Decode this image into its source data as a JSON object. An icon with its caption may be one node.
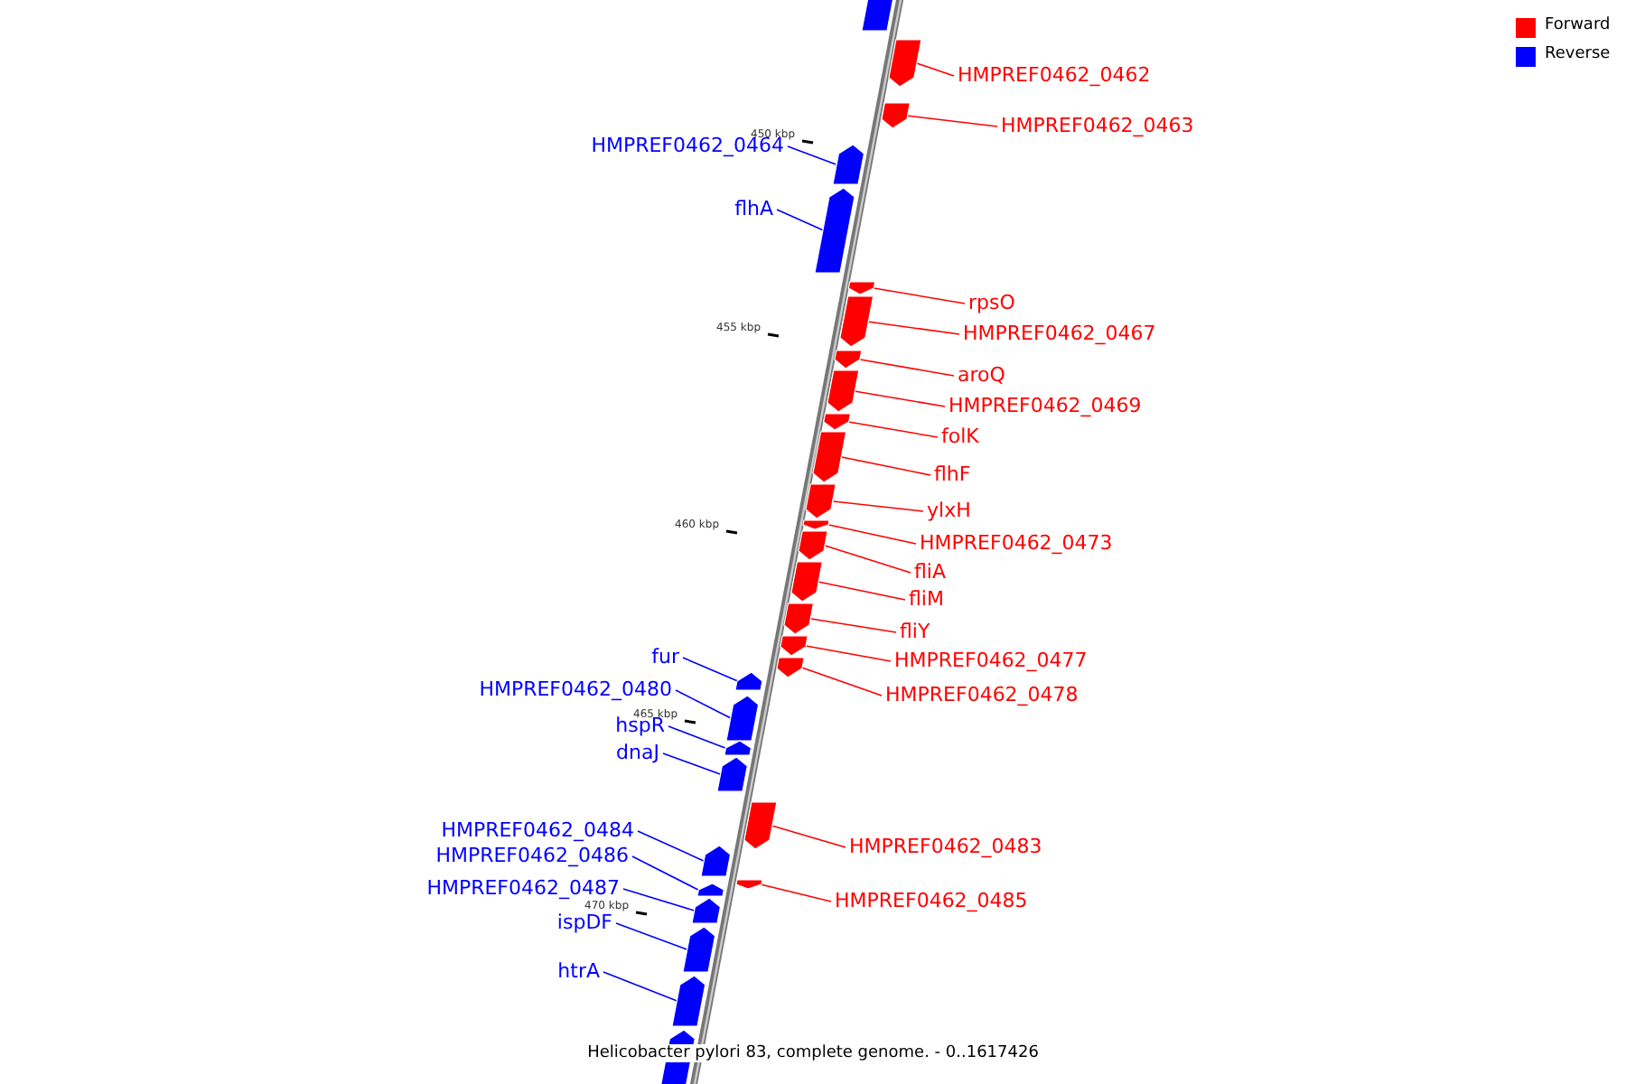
{
  "diagram": {
    "caption": "Helicobacter pylori 83, complete genome. - 0..1617426",
    "nodes": [
      {
        "text": [],
        "shape": "bar"
      },
      {
        "text": [
          "HMPREF0462_0462"
        ]
      },
      {
        "text": [],
        "shape": "bar"
      },
      {
        "text": [
          "HMPREF0462_0463"
        ]
      },
      {
        "text": [],
        "shape": "bar"
      },
      {
        "text": [
          "HMPREF0462_0464"
        ]
      },
      {
        "text": [],
        "shape": "bar"
      },
      {
        "text": [
          "flhA"
        ]
      },
      {
        "text": [],
        "shape": "bar"
      },
      {
        "text": [
          "rpsO"
        ]
      },
      {
        "text": [],
        "shape": "bar"
      },
      {
        "text": [
          "HMPREF0462_0467"
        ]
      },
      {
        "text": [],
        "shape": "bar"
      },
      {
        "text": [
          "aroQ"
        ]
      },
      {
        "text": [],
        "shape": "bar"
      },
      {
        "text": [
          "HMPREF0462_0469"
        ]
      },
      {
        "text": [],
        "shape": "bar"
      },
      {
        "text": [
          "folK"
        ]
      },
      {
        "text": [],
        "shape": "bar"
      },
      {
        "text": [
          "flhF"
        ]
      },
      {
        "text": [],
        "shape": "bar"
      },
      {
        "text": [
          "ylxH"
        ]
      },
      {
        "text": [],
        "shape": "bar"
      },
      {
        "text": [
          "HMPREF0462_0473"
        ]
      },
      {
        "text": [],
        "shape": "bar"
      },
      {
        "text": [
          "fliA"
        ]
      },
      {
        "text": [],
        "shape": "bar"
      },
      {
        "text": [
          "fliM"
        ]
      },
      {
        "text": [],
        "shape": "bar"
      },
      {
        "text": [
          "fliY"
        ]
      },
      {
        "text": [],
        "shape": "bar"
      },
      {
        "text": [
          "HMPREF0462_0477"
        ]
      },
      {
        "text": [],
        "shape": "bar"
      },
      {
        "text": [
          "HMPREF0462_0478"
        ]
      },
      {
        "text": [],
        "shape": "bar"
      },
      {
        "text": [
          "fur"
        ]
      },
      {
        "text": [],
        "shape": "bar"
      },
      {
        "text": [
          "HMPREF0462_0480"
        ]
      },
      {
        "text": [],
        "shape": "bar"
      },
      {
        "text": [
          "hspR"
        ]
      },
      {
        "text": [],
        "shape": "bar"
      },
      {
        "text": [
          "dnaJ"
        ]
      },
      {
        "text": [],
        "shape": "bar"
      },
      {
        "text": [
          "HMPREF0462_0483"
        ]
      },
      {
        "text": [],
        "shape": "bar"
      },
      {
        "text": [
          "HMPREF0462_0484"
        ]
      },
      {
        "text": [],
        "shape": "bar"
      },
      {
        "text": [
          "HMPREF0462_0485"
        ]
      },
      {
        "text": [],
        "shape": "bar"
      },
      {
        "text": [
          "HMPREF0462_0486"
        ]
      },
      {
        "text": [],
        "shape": "bar"
      },
      {
        "text": [
          "HMPREF0462_0487"
        ]
      },
      {
        "text": [],
        "shape": "bar"
      },
      {
        "text": [
          "ispDF"
        ]
      },
      {
        "text": [],
        "shape": "bar"
      },
      {
        "text": [
          "htrA"
        ]
      },
      {
        "text": [],
        "shape": "bar"
      },
      {
        "text": [],
        "shape": "bar"
      }
    ],
    "edges": [
      {
        "from": 1,
        "to": 2,
        "arrow": "none"
      },
      {
        "from": 3,
        "to": 4,
        "arrow": "none"
      },
      {
        "from": 5,
        "to": 6,
        "arrow": "none",
        "color": "#0000ff"
      },
      {
        "from": 7,
        "to": 8,
        "arrow": "none",
        "color": "#0000ff"
      },
      {
        "from": 9,
        "to": 10,
        "arrow": "none"
      },
      {
        "from": 11,
        "to": 12,
        "arrow": "none"
      },
      {
        "from": 13,
        "to": 14,
        "arrow": "none"
      },
      {
        "from": 15,
        "to": 16,
        "arrow": "none"
      },
      {
        "from": 17,
        "to": 18,
        "arrow": "none"
      },
      {
        "from": 19,
        "to": 20,
        "arrow": "none"
      },
      {
        "from": 21,
        "to": 22,
        "arrow": "none"
      },
      {
        "from": 23,
        "to": 24,
        "arrow": "none"
      },
      {
        "from": 25,
        "to": 26,
        "arrow": "none"
      },
      {
        "from": 27,
        "to": 28,
        "arrow": "none"
      },
      {
        "from": 29,
        "to": 30,
        "arrow": "none"
      },
      {
        "from": 31,
        "to": 32,
        "arrow": "none"
      },
      {
        "from": 33,
        "to": 34,
        "arrow": "none"
      },
      {
        "from": 35,
        "to": 36,
        "arrow": "none",
        "color": "#0000ff"
      },
      {
        "from": 37,
        "to": 38,
        "arrow": "none",
        "color": "#0000ff"
      },
      {
        "from": 39,
        "to": 40,
        "arrow": "none",
        "color": "#0000ff"
      },
      {
        "from": 41,
        "to": 42,
        "arrow": "none",
        "color": "#0000ff"
      },
      {
        "from": 43,
        "to": 44,
        "arrow": "none"
      },
      {
        "from": 45,
        "to": 46,
        "arrow": "none",
        "color": "#0000ff"
      },
      {
        "from": 47,
        "to": 48,
        "arrow": "none"
      },
      {
        "from": 49,
        "to": 50,
        "arrow": "none",
        "color": "#0000ff"
      },
      {
        "from": 51,
        "to": 52,
        "arrow": "none",
        "color": "#0000ff"
      },
      {
        "from": 53,
        "to": 54,
        "arrow": "none",
        "color": "#0000ff"
      },
      {
        "from": 55,
        "to": 56,
        "arrow": "none",
        "color": "#0000ff"
      }
    ],
    "labels": [
      "450 kbp",
      "455 kbp",
      "460 kbp",
      "465 kbp",
      "470 kbp"
    ],
    "legend": [
      {
        "text": "Forward",
        "color": "#ff0000"
      },
      {
        "text": "Reverse",
        "color": "#0000ff"
      }
    ]
  }
}
